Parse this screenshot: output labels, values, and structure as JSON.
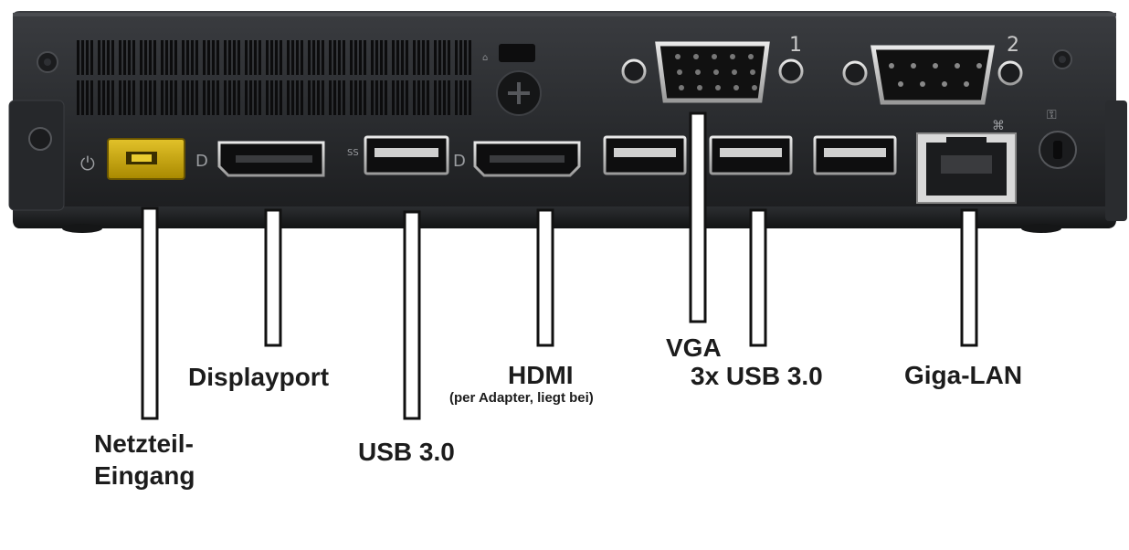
{
  "labels": {
    "power": [
      "Netzteil-",
      "Eingang"
    ],
    "displayport": "Displayport",
    "usb_single": "USB 3.0",
    "hdmi": "HDMI",
    "hdmi_note": "(per Adapter, liegt bei)",
    "vga": "VGA",
    "usb_triple": "3x USB 3.0",
    "lan": "Giga-LAN"
  },
  "device_marks": {
    "port_1": "1",
    "port_2": "2"
  },
  "colors": {
    "chassis": "#1f2124",
    "panel": "#2b2d30",
    "power_port": "#c9a400",
    "leader_fill": "#ffffff",
    "leader_stroke": "#111111",
    "label_text": "#1c1c1c"
  }
}
